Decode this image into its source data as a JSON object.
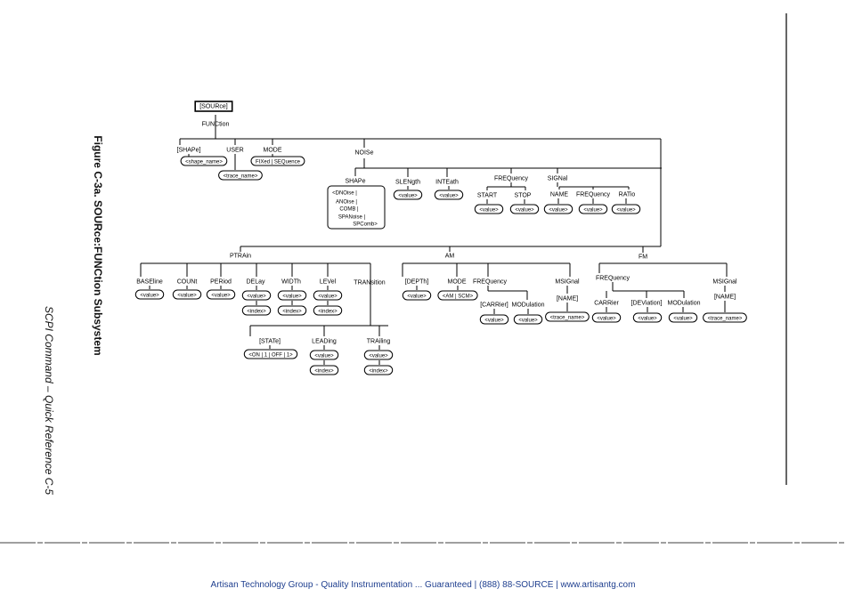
{
  "side_text": {
    "figure_title": "Figure C-3a.  SOURce:FUNCtion Subsystem",
    "side_note": "SCPI Command – Quick Reference   C-5"
  },
  "footer": {
    "text": "Artisan Technology Group - Quality Instrumentation ... Guaranteed | (888) 88-SOURCE | www.artisantg.com"
  },
  "diagram": {
    "nodes": [
      {
        "id": "source",
        "label": "[SOURce]"
      },
      {
        "id": "function",
        "label": "FUNCtion"
      },
      {
        "id": "shape",
        "label": "[SHAPe]"
      },
      {
        "id": "shape_v",
        "label": "<shape_name>"
      },
      {
        "id": "user",
        "label": "USER"
      },
      {
        "id": "user_v",
        "label": "<trace_name>"
      },
      {
        "id": "mode",
        "label": "MODE"
      },
      {
        "id": "mode_v",
        "label": "FIXed | SEQuence"
      },
      {
        "id": "noise",
        "label": "NOISe"
      },
      {
        "id": "nshape",
        "label": "SHAPe"
      },
      {
        "id": "nshape_v1",
        "label": "<DNOise |"
      },
      {
        "id": "nshape_v2",
        "label": "ANOise |"
      },
      {
        "id": "nshape_v3",
        "label": "COMB |"
      },
      {
        "id": "nshape_v4",
        "label": "SPANoise |"
      },
      {
        "id": "nshape_v5",
        "label": "SPComb>"
      },
      {
        "id": "slength",
        "label": "SLENgth"
      },
      {
        "id": "slength_v",
        "label": "<value>"
      },
      {
        "id": "inteath",
        "label": "INTEath"
      },
      {
        "id": "inteath_v",
        "label": "<value>"
      },
      {
        "id": "frequency",
        "label": "FREQuency"
      },
      {
        "id": "start",
        "label": "START"
      },
      {
        "id": "start_v",
        "label": "<value>"
      },
      {
        "id": "stop",
        "label": "STOP"
      },
      {
        "id": "stop_v",
        "label": "<value>"
      },
      {
        "id": "signal",
        "label": "SIGNal"
      },
      {
        "id": "name",
        "label": "NAME"
      },
      {
        "id": "name_v",
        "label": "<value>"
      },
      {
        "id": "sfreq",
        "label": "FREQuency"
      },
      {
        "id": "sfreq_v",
        "label": "<value>"
      },
      {
        "id": "ratio",
        "label": "RATio"
      },
      {
        "id": "ratio_v",
        "label": "<value>"
      },
      {
        "id": "ptrain",
        "label": "PTRAin"
      },
      {
        "id": "baseline",
        "label": "BASEline"
      },
      {
        "id": "baseline_v",
        "label": "<value>"
      },
      {
        "id": "count",
        "label": "COUNt"
      },
      {
        "id": "count_v",
        "label": "<value>"
      },
      {
        "id": "period",
        "label": "PERiod"
      },
      {
        "id": "period_v",
        "label": "<value>"
      },
      {
        "id": "delay",
        "label": "DELay"
      },
      {
        "id": "delay_v",
        "label": "<value>"
      },
      {
        "id": "delay_i",
        "label": "<index>"
      },
      {
        "id": "width",
        "label": "WIDTh"
      },
      {
        "id": "width_v",
        "label": "<value>"
      },
      {
        "id": "width_i",
        "label": "<index>"
      },
      {
        "id": "level",
        "label": "LEVel"
      },
      {
        "id": "level_v",
        "label": "<value>"
      },
      {
        "id": "level_i",
        "label": "<index>"
      },
      {
        "id": "transition",
        "label": "TRANsition"
      },
      {
        "id": "state",
        "label": "[STATe]"
      },
      {
        "id": "state_v",
        "label": "<ON | 1 | OFF | 1>"
      },
      {
        "id": "leading",
        "label": "LEADing"
      },
      {
        "id": "leading_v",
        "label": "<value>"
      },
      {
        "id": "leading_i",
        "label": "<index>"
      },
      {
        "id": "trailing",
        "label": "TRAiling"
      },
      {
        "id": "trailing_v",
        "label": "<value>"
      },
      {
        "id": "trailing_i",
        "label": "<index>"
      },
      {
        "id": "am",
        "label": "AM"
      },
      {
        "id": "depth",
        "label": "[DEPTh]"
      },
      {
        "id": "depth_v",
        "label": "<value>"
      },
      {
        "id": "ammode",
        "label": "MODE"
      },
      {
        "id": "ammode_v",
        "label": "<AM | SCM>"
      },
      {
        "id": "amfreq",
        "label": "FREQuency"
      },
      {
        "id": "carrier",
        "label": "[CARRier]"
      },
      {
        "id": "carrier_v",
        "label": "<value>"
      },
      {
        "id": "modulation",
        "label": "MODulation"
      },
      {
        "id": "modulation_v",
        "label": "<value>"
      },
      {
        "id": "amsignal",
        "label": "MSIGnal"
      },
      {
        "id": "amsignal_n",
        "label": "[NAME]"
      },
      {
        "id": "amsignal_v",
        "label": "<trace_name>"
      },
      {
        "id": "fm",
        "label": "FM"
      },
      {
        "id": "fmfreq",
        "label": "FREQuency"
      },
      {
        "id": "fmcarrier",
        "label": "CARRier"
      },
      {
        "id": "fmcarrier_v",
        "label": "<value>"
      },
      {
        "id": "deviation",
        "label": "[DEViation]"
      },
      {
        "id": "deviation_v",
        "label": "<value>"
      },
      {
        "id": "fmmod",
        "label": "MODulation"
      },
      {
        "id": "fmmod_v",
        "label": "<value>"
      },
      {
        "id": "fmsignal",
        "label": "MSIGnal"
      },
      {
        "id": "fmsignal_n",
        "label": "[NAME]"
      },
      {
        "id": "fmsignal_v",
        "label": "<trace_name>"
      }
    ]
  }
}
